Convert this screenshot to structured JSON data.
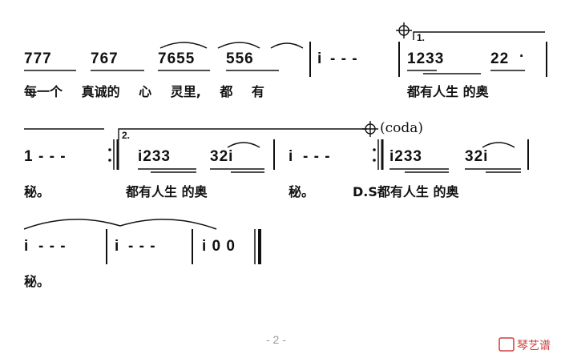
{
  "row1": {
    "g1": "777",
    "g2": "767",
    "g3": "7655",
    "g4": "556",
    "g5": "i",
    "g5dash": "- - -",
    "g6": "1233",
    "g7": "22",
    "g7dot": "·",
    "volta": "1.",
    "lyrics": "每一个 真诚的 心 灵里, 都 有",
    "lyrics2": "都有人生 的奥"
  },
  "row2": {
    "g1": "1",
    "g1dash": "- - -",
    "volta": "2.",
    "g2": "i233",
    "g3": "32i",
    "g4": "i",
    "g4dash": "- - -",
    "g5": "i233",
    "g6": "32i",
    "coda": "(coda)",
    "lyr1": "秘。",
    "lyr2": "都有人生  的奥",
    "lyr3": "秘。",
    "lyr4": "D.S都有人生  的奥"
  },
  "row3": {
    "g1": "i",
    "g1dash": "- - -",
    "g2": "i",
    "g2dash": "- - -",
    "g3": "i 0 0",
    "lyr1": "秘。"
  },
  "footer": {
    "page": "- 2 -",
    "watermark": "琴艺谱"
  }
}
